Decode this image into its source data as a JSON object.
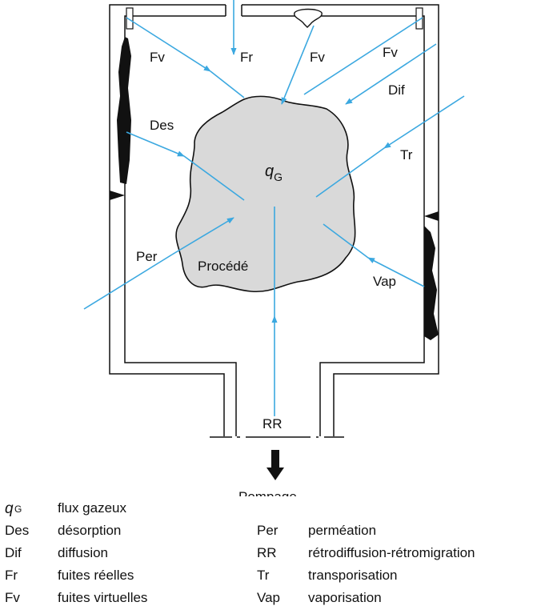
{
  "colors": {
    "arrow": "#3ba8e0",
    "wall": "#111111",
    "blob": "#d9d9d9",
    "outline": "#111111"
  },
  "diagram": {
    "labels": {
      "fv_left": "Fv",
      "fr": "Fr",
      "fv_mid": "Fv",
      "fv_right": "Fv",
      "dif": "Dif",
      "des": "Des",
      "qg_symbol": "q",
      "qg_sub": "G",
      "tr": "Tr",
      "per": "Per",
      "procede": "Procédé",
      "vap": "Vap",
      "rr": "RR",
      "pompage": "Pompage"
    }
  },
  "legend": {
    "left": [
      {
        "sym": "q",
        "sub": "G",
        "text": "flux gazeux"
      },
      {
        "sym": "Des",
        "sub": "",
        "text": "désorption"
      },
      {
        "sym": "Dif",
        "sub": "",
        "text": "diffusion"
      },
      {
        "sym": "Fr",
        "sub": "",
        "text": "fuites réelles"
      },
      {
        "sym": "Fv",
        "sub": "",
        "text": "fuites virtuelles"
      }
    ],
    "right": [
      {
        "sym": "Per",
        "text": "perméation"
      },
      {
        "sym": "RR",
        "text": "rétrodiffusion-rétromigration"
      },
      {
        "sym": "Tr",
        "text": "transporisation"
      },
      {
        "sym": "Vap",
        "text": "vaporisation"
      }
    ]
  }
}
